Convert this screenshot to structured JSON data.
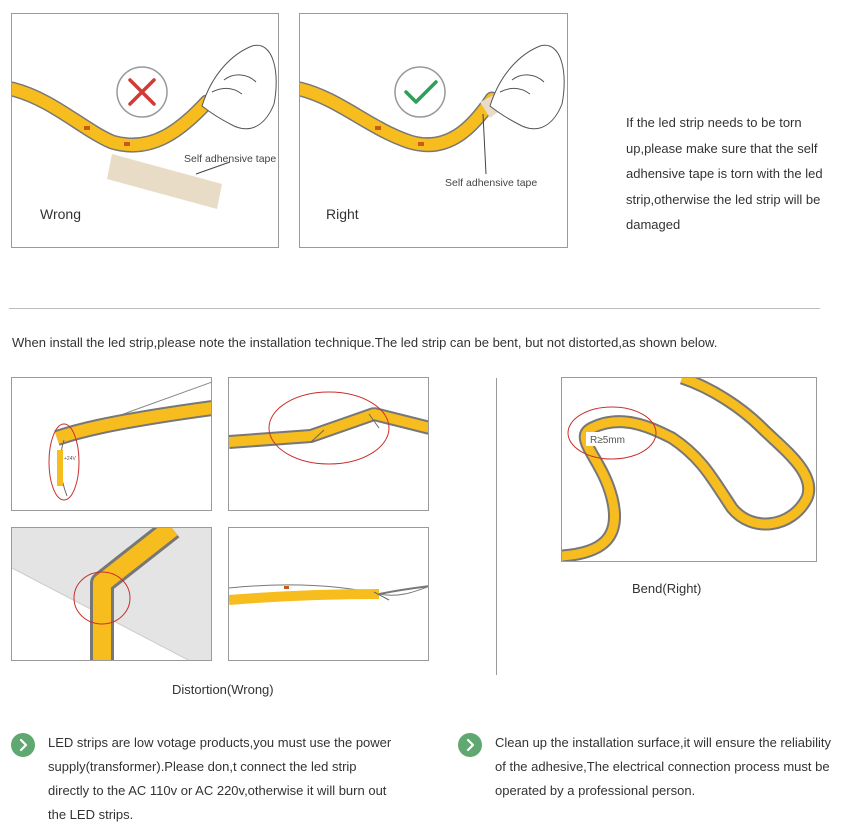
{
  "top": {
    "wrong_label": "Wrong",
    "right_label": "Right",
    "tape_label_wrong": "Self adhensive tape",
    "tape_label_right": "Self adhensive tape",
    "note": "If the led strip needs to be torn up,please make sure that the self adhensive tape is torn with the led strip,otherwise the led strip will be damaged"
  },
  "install_text": "When install the led strip,please note the installation technique.The led strip can be bent, but not distorted,as shown below.",
  "distortion_caption": "Distortion(Wrong)",
  "bend_caption": "Bend(Right)",
  "bend_radius_label": "R≥5mm",
  "strip_marking": "+24V",
  "bullets": {
    "left": "LED strips are low votage products,you must use the power supply(transformer).Please don,t connect the led strip directly to the AC 110v or AC 220v,otherwise it will burn out the LED strips.",
    "right": "Clean up the installation surface,it will ensure the reliability of the adhesive,The electrical connection process must be operated by a professional person."
  },
  "colors": {
    "strip_yellow": "#f7bd1e",
    "tape_beige": "#e9dcc6",
    "wrong_red": "#d23a36",
    "right_green": "#2f9e57",
    "bullet_green": "#5fa871",
    "circle_red": "#c9302c"
  },
  "icons": {
    "wrong": "cross-icon",
    "right": "check-icon",
    "bullet": "chevron-right-icon"
  }
}
